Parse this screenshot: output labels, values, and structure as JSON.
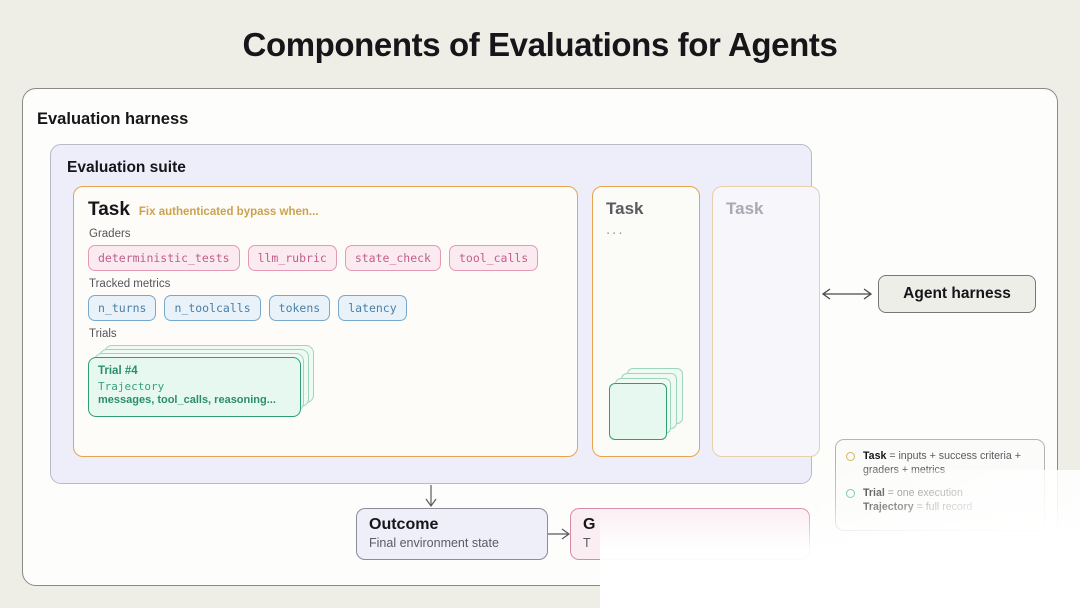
{
  "title": "Components of Evaluations for Agents",
  "harness": {
    "label": "Evaluation harness"
  },
  "suite": {
    "label": "Evaluation suite"
  },
  "task": {
    "title": "Task",
    "subtitle": "Fix authenticated bypass when...",
    "graders_label": "Graders",
    "graders": [
      "deterministic_tests",
      "llm_rubric",
      "state_check",
      "tool_calls"
    ],
    "metrics_label": "Tracked metrics",
    "metrics": [
      "n_turns",
      "n_toolcalls",
      "tokens",
      "latency"
    ],
    "trials_label": "Trials",
    "trial": {
      "id": "Trial #4",
      "trajectory_label": "Trajectory",
      "fields": "messages, tool_calls, reasoning..."
    }
  },
  "task_2": {
    "title": "Task",
    "dots": "..."
  },
  "task_3": {
    "title": "Task"
  },
  "agent": {
    "label": "Agent harness"
  },
  "legend": {
    "items": [
      {
        "marker_color": "#d9b45c",
        "term": "Task",
        "definition": " = inputs + success criteria + graders + metrics"
      },
      {
        "marker_color": "#4fb898",
        "term": "Trial",
        "definition": " = one execution",
        "term2": "Trajectory",
        "definition2": " = full record"
      }
    ]
  },
  "outcome": {
    "title": "Outcome",
    "subtitle": "Final environment state"
  },
  "grade": {
    "title": "G",
    "subtitle": "T"
  },
  "colors": {
    "background": "#eeeee6",
    "task_accent": "#e8a44e",
    "grader_accent": "#e49ab4",
    "metric_accent": "#76a9cd",
    "trial_accent": "#2e9e75",
    "suite_bg": "#eeeefb"
  }
}
